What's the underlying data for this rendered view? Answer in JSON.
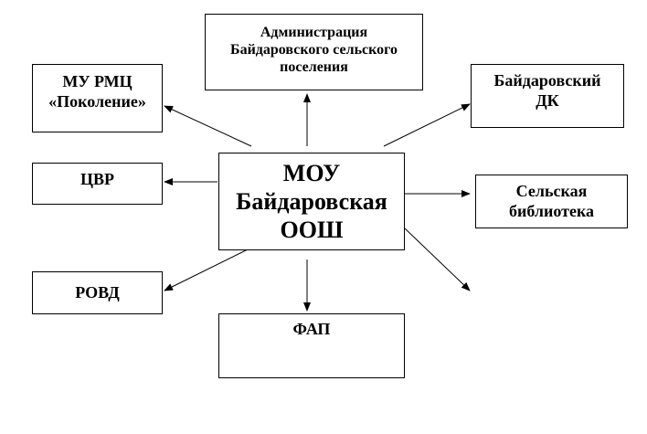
{
  "nodes": {
    "center": "МОУ\nБайдаровская\nООШ",
    "administration": "Администрация\nБайдаровского сельского\nпоселения",
    "rmc": "МУ РМЦ\n«Поколение»",
    "dk": "Байдаровский\nДК",
    "cvr": "ЦВР",
    "library": "Сельская\nбиблиотека",
    "rovd": "РОВД",
    "fap": "ФАП"
  }
}
